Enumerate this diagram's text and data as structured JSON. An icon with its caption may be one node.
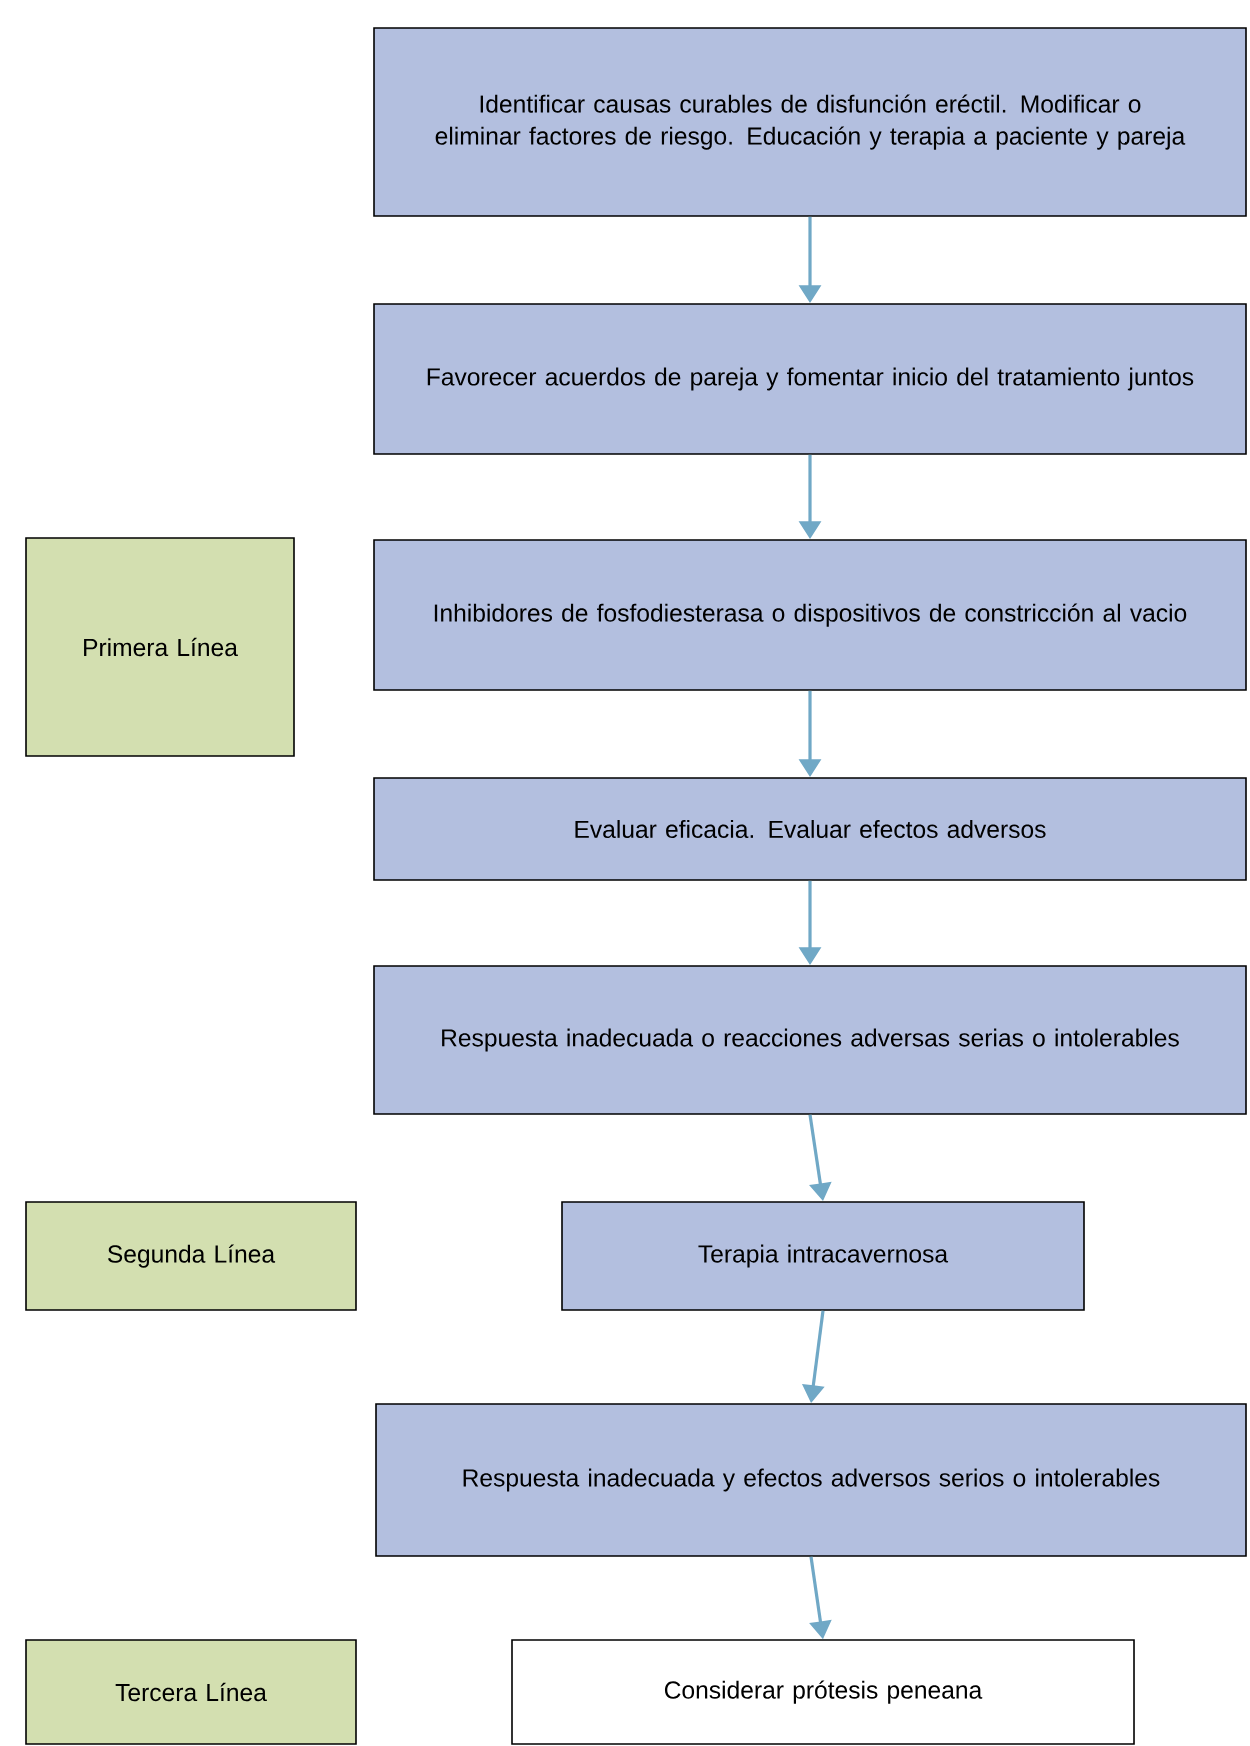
{
  "diagram": {
    "nodes": [
      {
        "text": [
          "Identificar causas curables de disfunción eréctil. Modificar o eliminar factores de riesgo. Educación y terapia a paciente y pareja"
        ]
      },
      {
        "text": [
          "Favorecer acuerdos de pareja y fomentar inicio del tratamiento juntos"
        ]
      },
      {
        "text": [
          "Primera Línea"
        ]
      },
      {
        "text": [
          "Inhibidores de fosfodiesterasa o dispositivos de constricción al vacio"
        ]
      },
      {
        "text": [
          "Evaluar eficacia. Evaluar efectos adversos"
        ]
      },
      {
        "text": [
          "Respuesta inadecuada o reacciones adversas serias o intolerables"
        ]
      },
      {
        "text": [
          "Segunda Línea"
        ]
      },
      {
        "text": [
          "Terapia intracavernosa"
        ]
      },
      {
        "text": [
          "Respuesta inadecuada y efectos adversos serios o intolerables"
        ]
      },
      {
        "text": [
          "Tercera Línea"
        ]
      },
      {
        "text": [
          "Considerar prótesis peneana"
        ]
      }
    ],
    "edges": [
      {
        "from": 0,
        "to": 1,
        "arrow": "to"
      },
      {
        "from": 1,
        "to": 3,
        "arrow": "to"
      },
      {
        "from": 3,
        "to": 4,
        "arrow": "to"
      },
      {
        "from": 4,
        "to": 5,
        "arrow": "to"
      },
      {
        "from": 5,
        "to": 7,
        "arrow": "to"
      },
      {
        "from": 7,
        "to": 8,
        "arrow": "to"
      },
      {
        "from": 8,
        "to": 10,
        "arrow": "to"
      }
    ]
  }
}
